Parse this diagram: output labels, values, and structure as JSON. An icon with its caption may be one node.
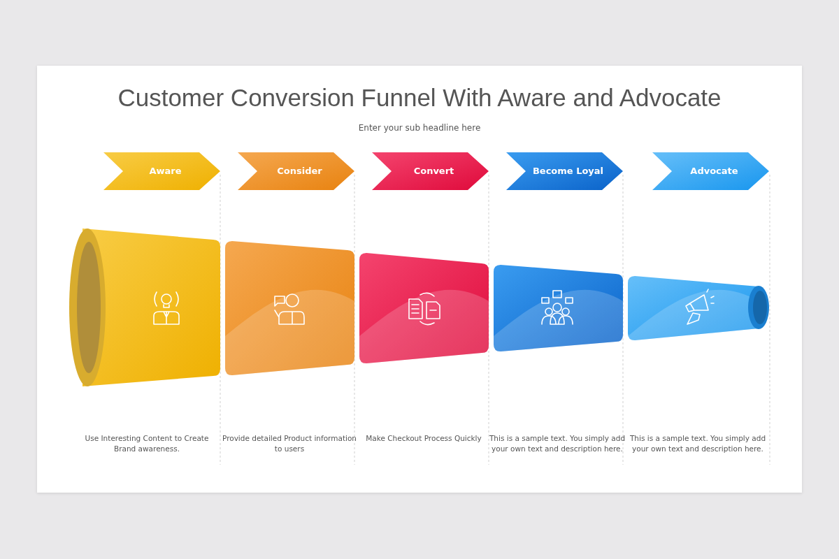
{
  "diagram": {
    "title": "Customer Conversion Funnel With Aware and Advocate",
    "nodes": [
      {
        "text": [
          "Aware"
        ]
      },
      {
        "text": [
          "Consider"
        ]
      },
      {
        "text": [
          "Convert"
        ]
      },
      {
        "text": [
          "Become Loyal"
        ]
      },
      {
        "text": [
          "Advocate"
        ]
      }
    ],
    "edges": [],
    "labels": [
      "Enter your sub headline here",
      "Use Interesting Content to Create Brand awareness.",
      "Provide detailed Product information to users",
      "Make Checkout Process Quickly",
      "This is a sample text. You simply add your own text and description here.",
      "This is a sample text. You simply add your own text and description here."
    ]
  }
}
